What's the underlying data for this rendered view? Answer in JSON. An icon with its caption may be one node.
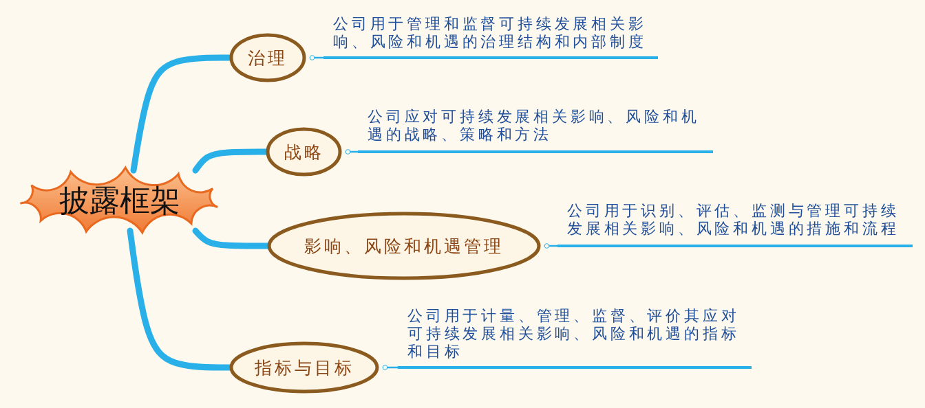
{
  "diagram": {
    "nodes": [
      {
        "text": [
          "披露框架"
        ]
      },
      {
        "text": [
          "治理"
        ]
      },
      {
        "text": [
          "战略"
        ]
      },
      {
        "text": [
          "影响、风险和机遇管理"
        ]
      },
      {
        "text": [
          "指标与目标"
        ]
      },
      {
        "text": [
          "公司用于管理和监督可持续发展相关影响、风险和机遇的治理结构和内部制度"
        ]
      },
      {
        "text": [
          "公司应对可持续发展相关影响、风险和机遇的战略、策略和方法"
        ]
      },
      {
        "text": [
          "公司用于识别、评估、监测与管理可持续发展相关影响、风险和机遇的措施和流程"
        ]
      },
      {
        "text": [
          "公司用于计量、管理、监督、评价其应对可持续发展相关影响、风险和机遇的指标和目标"
        ]
      }
    ],
    "edges": [
      {
        "from": 0,
        "to": 1,
        "arrow": "none",
        "style": "thick"
      },
      {
        "from": 0,
        "to": 2,
        "arrow": "none",
        "style": "thick"
      },
      {
        "from": 0,
        "to": 3,
        "arrow": "none",
        "style": "thick"
      },
      {
        "from": 0,
        "to": 4,
        "arrow": "none",
        "style": "thick"
      },
      {
        "from": 1,
        "to": 5,
        "arrow": "other"
      },
      {
        "from": 2,
        "to": 6,
        "arrow": "other"
      },
      {
        "from": 3,
        "to": 7,
        "arrow": "other"
      },
      {
        "from": 4,
        "to": 8,
        "arrow": "other"
      }
    ]
  }
}
